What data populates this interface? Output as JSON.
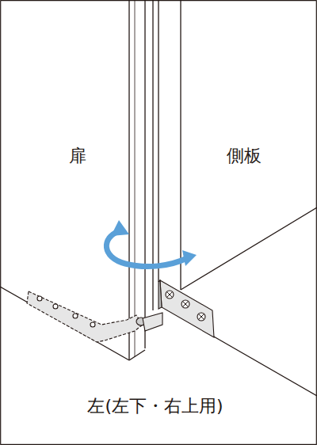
{
  "diagram": {
    "caption": "左(左下・右上用)",
    "labels": [
      "扉",
      "側板"
    ]
  }
}
